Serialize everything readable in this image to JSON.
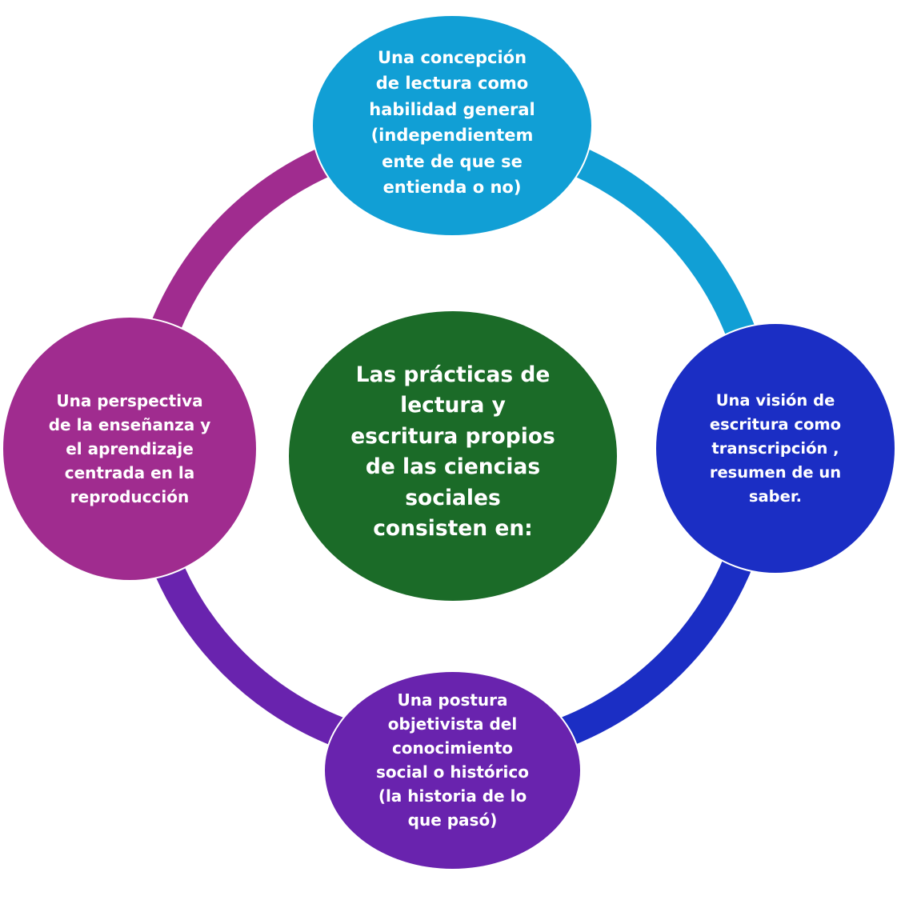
{
  "diagram": {
    "type": "cycle",
    "center": {
      "text": "Las prácticas de\nlectura y\nescritura propios\nde las ciencias\nsociales\nconsisten en:",
      "color": "#1b6b28"
    },
    "nodes": [
      {
        "id": "top",
        "text": "Una concepción\nde lectura como\nhabilidad general\n(independientem\nente de que se\nentienda o no)",
        "color": "#119fd5"
      },
      {
        "id": "right",
        "text": "Una visión de\nescritura como\ntranscripción ,\nresumen de un\nsaber.",
        "color": "#1b2ec4"
      },
      {
        "id": "bottom",
        "text": "Una postura\nobjetivista del\nconocimiento\nsocial o histórico\n(la historia de lo\nque pasó)",
        "color": "#6923ae"
      },
      {
        "id": "left",
        "text": "Una perspectiva\nde la enseñanza y\nel aprendizaje\ncentrada en la\nreproducción",
        "color": "#a02c8f"
      }
    ],
    "connectors": [
      {
        "from": "top",
        "to": "right",
        "color": "#119fd5"
      },
      {
        "from": "right",
        "to": "bottom",
        "color": "#1b2ec4"
      },
      {
        "from": "bottom",
        "to": "left",
        "color": "#6923ae"
      },
      {
        "from": "left",
        "to": "top",
        "color": "#a02c8f"
      }
    ]
  }
}
